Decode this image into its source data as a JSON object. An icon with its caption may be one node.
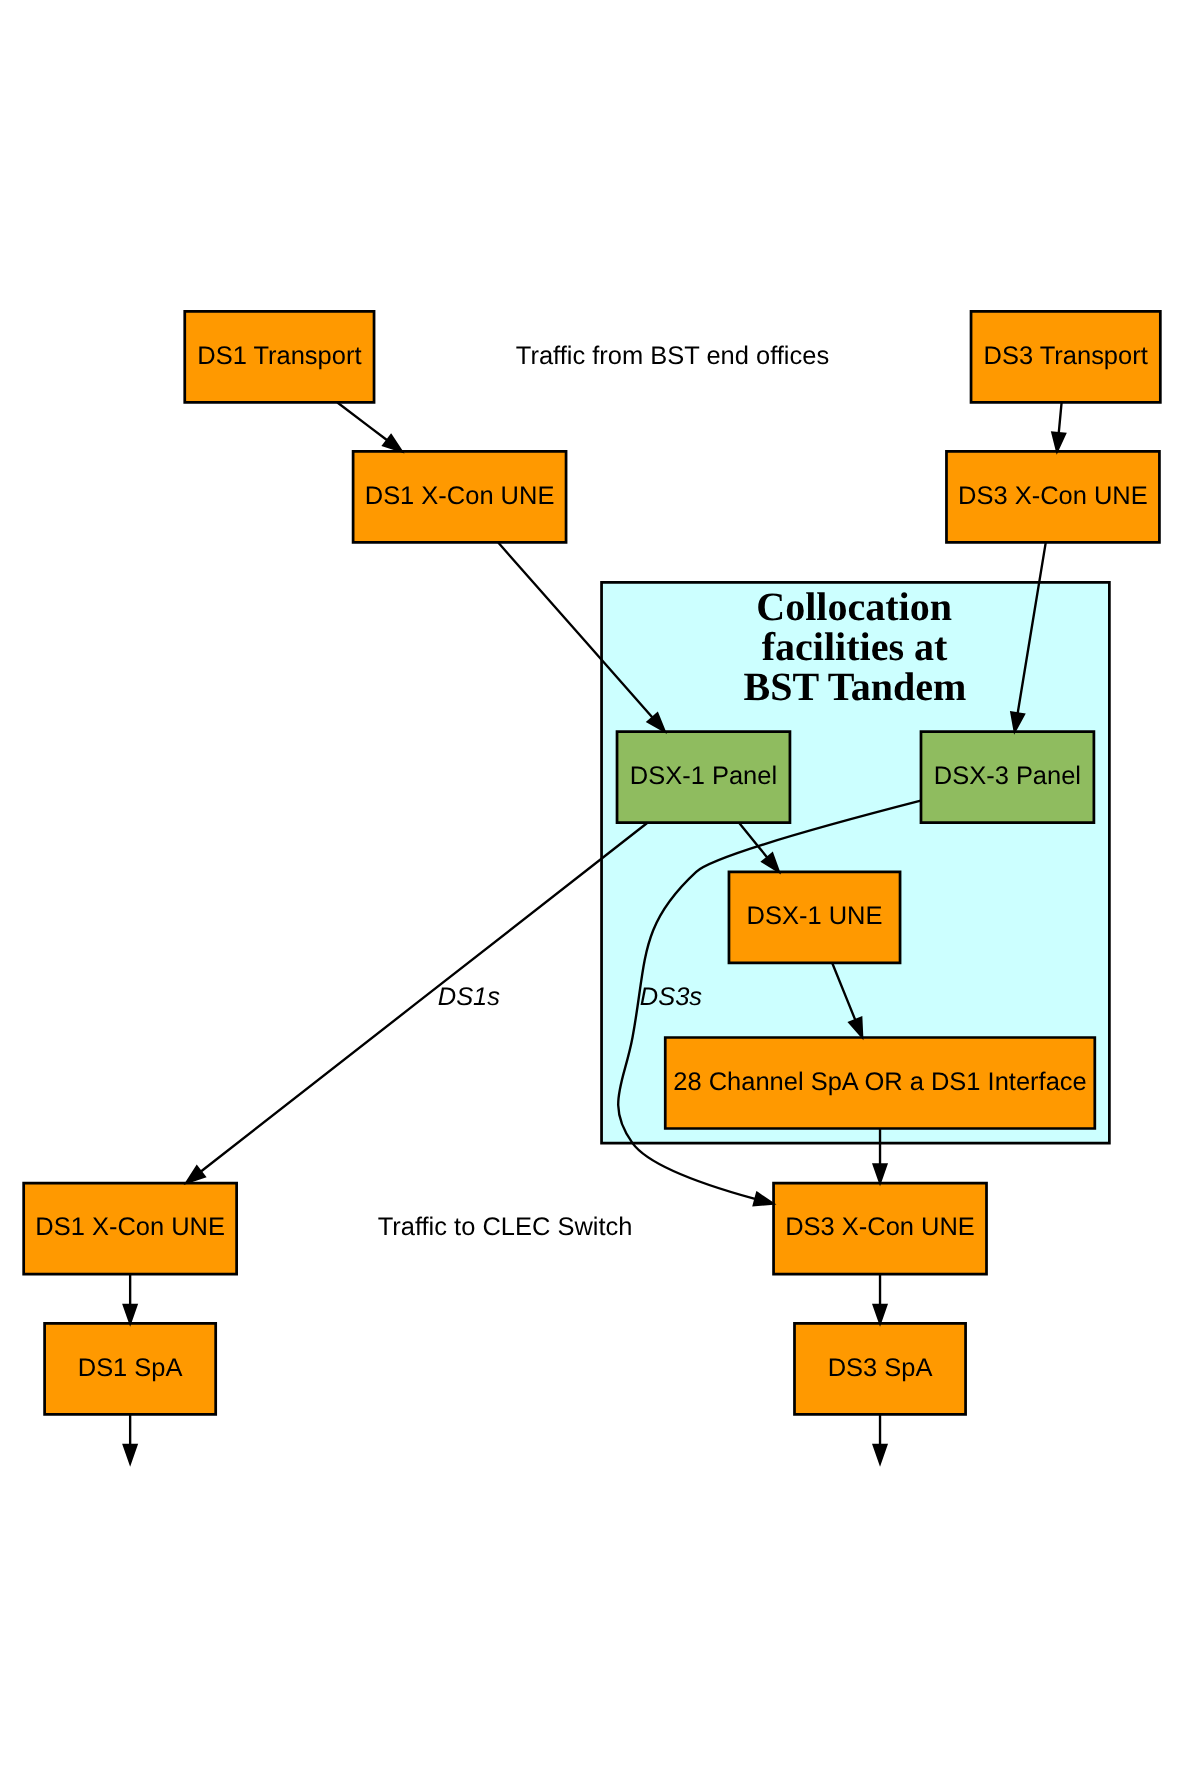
{
  "diagram": {
    "nodes": [
      {
        "text": [
          "DS1 Transport"
        ]
      },
      {
        "text": [
          "DS3 Transport"
        ]
      },
      {
        "text": [
          "DS1 X-Con UNE"
        ]
      },
      {
        "text": [
          "DS3 X-Con UNE"
        ]
      },
      {
        "text": [
          "Collocation facilities at BST Tandem"
        ]
      },
      {
        "text": [
          "DSX-1 Panel"
        ],
        "in": 4
      },
      {
        "text": [
          "DSX-3 Panel"
        ],
        "in": 4
      },
      {
        "text": [
          "DSX-1 UNE"
        ],
        "in": 4
      },
      {
        "text": [
          "28 Channel SpA OR a DS1 Interface"
        ],
        "in": 4
      },
      {
        "text": [
          "DS1 X-Con UNE"
        ]
      },
      {
        "text": [
          "DS3 X-Con UNE"
        ]
      },
      {
        "text": [
          "DS1 SpA"
        ]
      },
      {
        "text": [
          "DS3 SpA"
        ]
      }
    ],
    "edges": [
      {
        "from": 0,
        "to": 2,
        "arrow": "to"
      },
      {
        "from": 1,
        "to": 3,
        "arrow": "to"
      },
      {
        "from": 2,
        "to": 5,
        "arrow": "to"
      },
      {
        "from": 3,
        "to": 6,
        "arrow": "to"
      },
      {
        "from": 5,
        "to": 7,
        "arrow": "to"
      },
      {
        "from": 7,
        "to": 8,
        "arrow": "to"
      },
      {
        "from": 5,
        "to": 9,
        "arrow": "to",
        "label": "DS1s"
      },
      {
        "from": 8,
        "to": 10,
        "arrow": "to"
      },
      {
        "from": 6,
        "to": 10,
        "arrow": "to",
        "label": "DS3s"
      },
      {
        "from": 9,
        "to": 11,
        "arrow": "to"
      },
      {
        "from": 10,
        "to": 12,
        "arrow": "to"
      },
      {
        "from": 11,
        "to": null,
        "arrow": "to"
      },
      {
        "from": 12,
        "to": null,
        "arrow": "to"
      }
    ],
    "labels": [
      "Traffic from BST end offices",
      "Traffic to CLEC Switch"
    ]
  }
}
